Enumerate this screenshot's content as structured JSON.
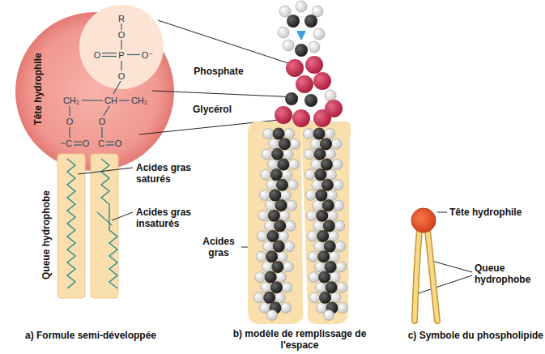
{
  "diagram": {
    "labels": [
      "Tête hydrophile",
      "Queue hydrophobe",
      "R",
      "O",
      "O",
      "P",
      "O⁻",
      "O",
      "CH₂",
      "CH",
      "CH₂",
      "O",
      "O",
      "C",
      "O",
      "C",
      "O",
      "Phosphate",
      "Glycérol",
      "Acides gras saturés",
      "Acides gras insaturés",
      "Acides gras",
      "Tête hydrophile",
      "Queue hydrophobe",
      "a) Formule semi-développée",
      "b) modèle de remplissage de l'espace",
      "c) Symbole du phospholipide"
    ]
  }
}
